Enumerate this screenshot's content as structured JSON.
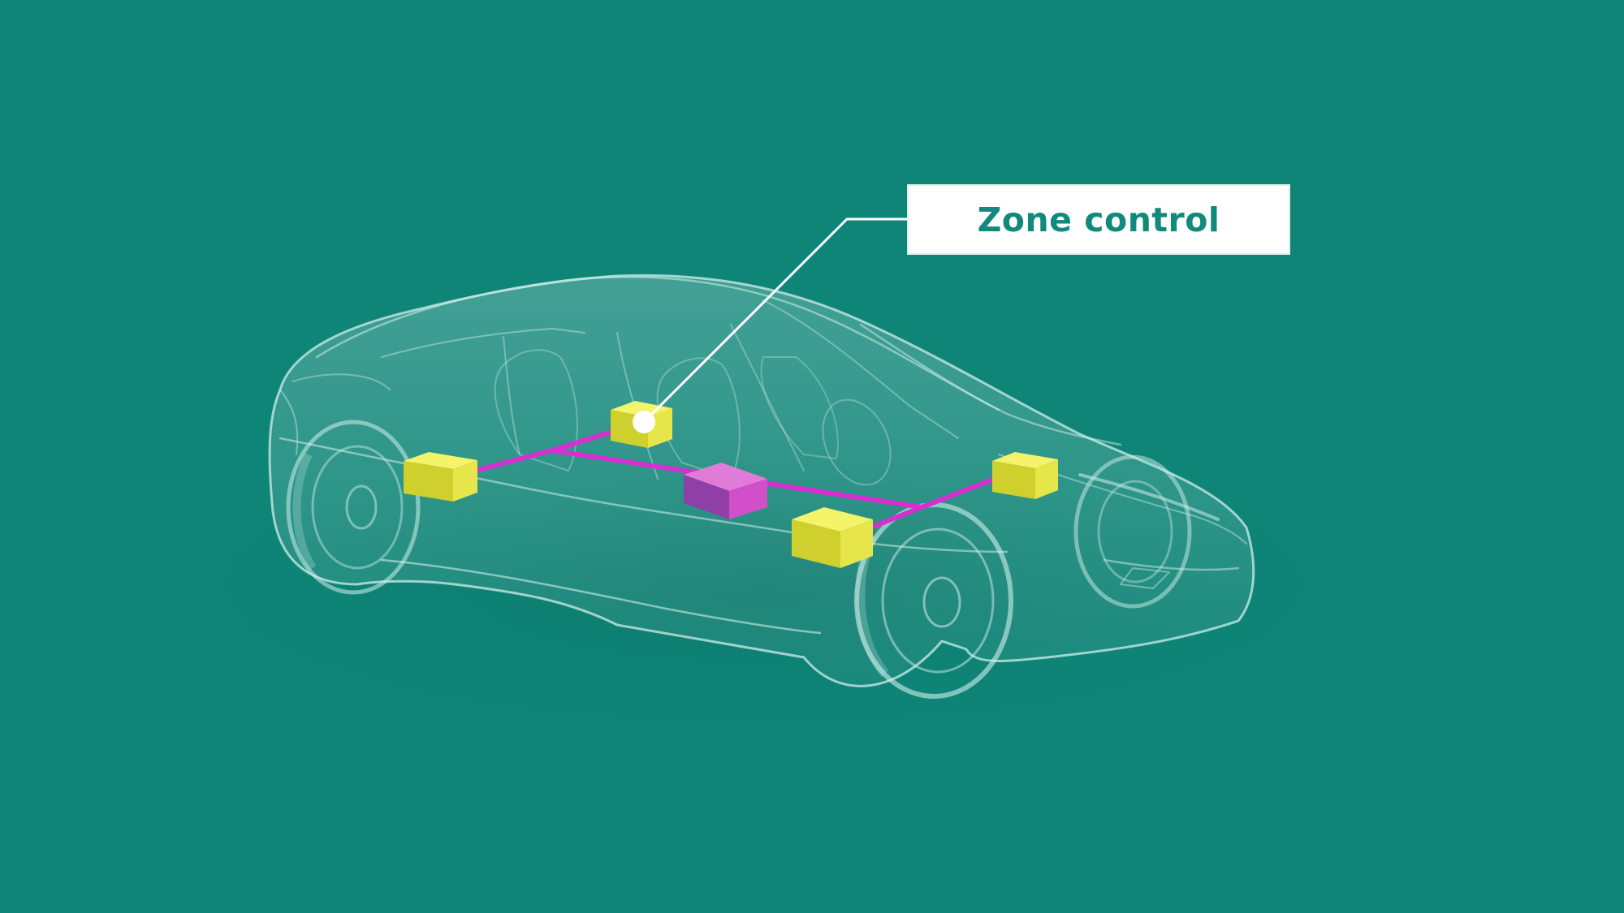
{
  "callout": {
    "label": "Zone control"
  },
  "colors": {
    "background": "#0e8577",
    "callout_text": "#11897b",
    "zone_module": "#e6e64a",
    "central_computer": "#d14fc8",
    "network_link": "#d62fd0",
    "car_outline": "#cfeee9"
  },
  "diagram": {
    "zone_modules": [
      "zone-module-rear-left",
      "zone-module-center-left",
      "zone-module-front-left",
      "zone-module-front-right"
    ],
    "central_unit": "central-computer"
  }
}
